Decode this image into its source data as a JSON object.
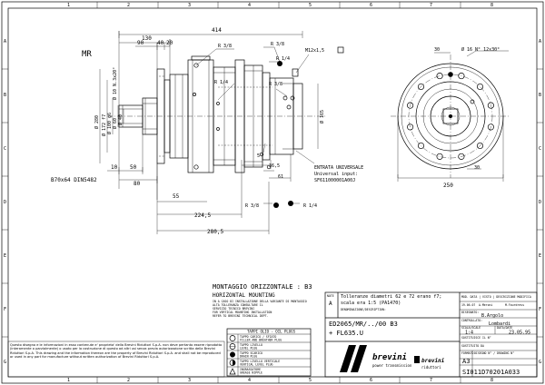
{
  "frame": {
    "col_labels": [
      "1",
      "2",
      "3",
      "4",
      "5",
      "6",
      "7",
      "8"
    ],
    "row_labels": [
      "A",
      "B",
      "C",
      "D",
      "E",
      "F",
      "G"
    ]
  },
  "view_label": "MR",
  "dims": {
    "d414": "414",
    "d130": "130",
    "d90": "90",
    "d40": "40",
    "d20": "20",
    "r38a": "R 3/8",
    "r38b": "R 3/8",
    "r38c": "R 3/8",
    "r14a": "R 1/4",
    "r14b": "R 1/4",
    "r14c": "R 1/4",
    "m12": "M12x1,5",
    "spline": "Ø 10 N.3x20°",
    "d280": "Ø 280",
    "d172": "Ø 172 f7",
    "d100": "Ø 100 g6",
    "d60": "Ø 60",
    "d40b": "Ø 40",
    "d165": "Ø 165",
    "d10": "10",
    "d50": "50",
    "d80": "80",
    "d55": "55",
    "d2245": "224,5",
    "d2805": "280,5",
    "d5": "5",
    "d365": "36,5",
    "d61": "61",
    "spline_std": "B70x64 DIN5482",
    "d30a": "30",
    "holes": "Ø 16 N° 12x30°",
    "d30b": "30",
    "d250": "250"
  },
  "entrata": {
    "l1": "ENTRATA UNIVERSALE",
    "l2": "Universal input:",
    "l3": "SF611000001A00J"
  },
  "montaggio": {
    "l1": "MONTAGGIO ORIZZONTALE : B3",
    "l2": "HORIZONTAL MOUNTING",
    "l3": "IN A CASO DI INSTALLAZIONE DELLA VARIANTE DI MONTAGGIO",
    "l4": "ALTA TOLLERANZA CONSULTARE IL",
    "l5": "SERVIZIO TECNICO BREVINI",
    "l6": "FOR VERTICAL MOUNTING INSTALLATION",
    "l7": "REFER TO BREVINI TECHNICAL DEPT."
  },
  "plugs": {
    "title": "TAPPI OLIO - OIL PLUGS",
    "p1": "TAPPO CARICO / SFIATO",
    "p1e": "FILLER AND BREATHER PLUG",
    "p2": "TAPPO LIVELLO",
    "p2e": "LEVEL PLUG",
    "p3": "TAPPO SCARICO",
    "p3e": "DRAIN PLUG",
    "p4": "TAPPO LIVELLO VERTICALE",
    "p4e": "VERTICAL LEVEL PLUG",
    "p5": "INGRASSATORE",
    "p5e": "GREASE NIPPLE"
  },
  "title_block": {
    "note": "Tolleranze diametri 62 e 72 erano f7;",
    "note2": "scala era 1:5 (PA1470)",
    "denom_label": "DENOMINAZIONE/DESCRIPTION:",
    "rev_label": "NOTE",
    "rev_letter": "A",
    "desc1": "ED2065/MR/../00 B3",
    "desc2": "+ FL635.U",
    "mod_header": "MOD. DATA | VISTO | DESCRIZIONE MODIFICA",
    "mod_date": "19.06.07",
    "mod_by": "A.Meroni",
    "mod_name": "M.Fourdress",
    "drawn_label": "DISEGNATO:",
    "drawn": "B.Argolo",
    "checked_label": "CONTROLLATO:",
    "checked": "Lombardi",
    "scale_label": "SCALA/SCALE",
    "scale": "1:4",
    "date_label": "DATA/DATE",
    "date": "23.05.95",
    "sostituisce": "SOSTITUISCE IL N°",
    "sostituito": "SOSTITUITO DA",
    "format_label": "FORMATO",
    "format": "A3",
    "drawing_label": "DISEGNO N° / DRAWING N°",
    "drawing_no": "SI011D70201A033",
    "brand": "brevini",
    "brand_sub": "power transmission",
    "brand2": "brevini",
    "brand2_sub": "riduttori",
    "disclaimer": "Questo disegno e le informazioni in esso contenute e' proprieta' della Brevini Riduttori S.p.A. non deve pertanto essere riprodotto (interamente o parzialmente) o usato per la costruzione di questo ad altri usi senza previa autorizzazione scritta della Brevini Riduttori S.p.A. This drawing and the information thereon are the property of Brevini Riduttori S.p.A. and shall not be reproduced or used in any part for manufacture without written authorization of Brevini Riduttori S.p.A."
  }
}
